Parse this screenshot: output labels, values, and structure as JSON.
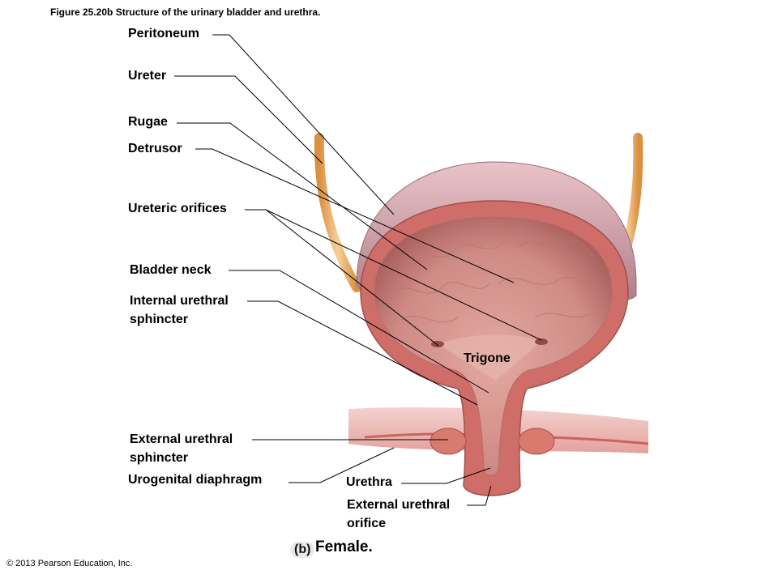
{
  "figure_title": "Figure 25.20b  Structure of the urinary bladder and urethra.",
  "labels": {
    "peritoneum": "Peritoneum",
    "ureter": "Ureter",
    "rugae": "Rugae",
    "detrusor": "Detrusor",
    "ureteric_orifices": "Ureteric orifices",
    "bladder_neck": "Bladder neck",
    "internal_sphincter_1": "Internal urethral",
    "internal_sphincter_2": "sphincter",
    "trigone": "Trigone",
    "external_sphincter_1": "External urethral",
    "external_sphincter_2": "sphincter",
    "urogenital_diaphragm": "Urogenital diaphragm",
    "urethra": "Urethra",
    "external_orifice_1": "External urethral",
    "external_orifice_2": "orifice"
  },
  "caption": {
    "panel": "(b)",
    "text": "Female."
  },
  "copyright": "© 2013 Pearson Education, Inc."
}
